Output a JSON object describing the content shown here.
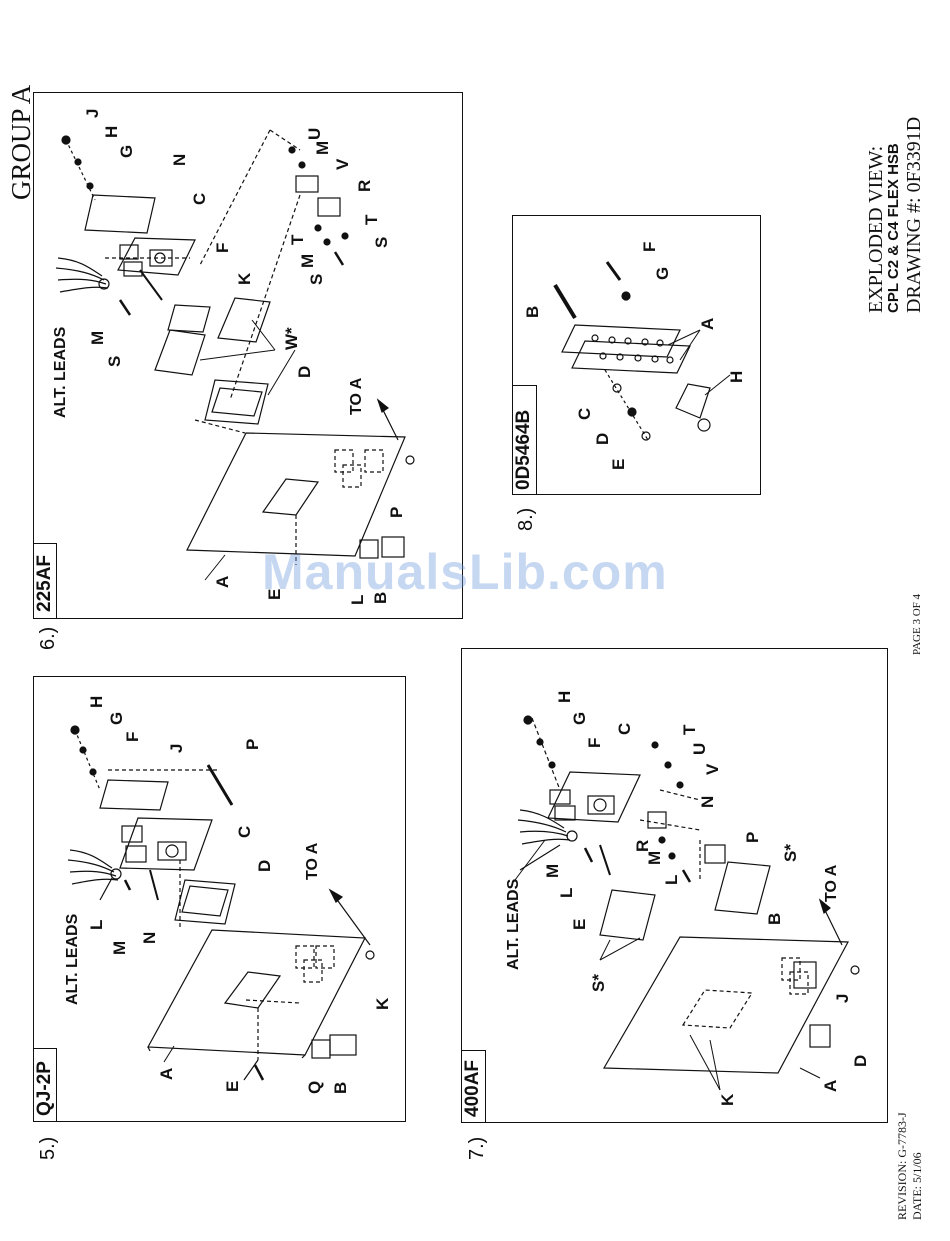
{
  "header": {
    "group": "GROUP A"
  },
  "title_block": {
    "line1": "EXPLODED VIEW:",
    "line2": "CPL C2 & C4 FLEX HSB",
    "line3": "DRAWING #: 0F3391D"
  },
  "page": "PAGE 3 OF 4",
  "revision": {
    "rev": "REVISION: G-7783-J",
    "date": "DATE: 5/1/06"
  },
  "watermark": "ManualsLib.com",
  "panels": [
    {
      "number": "5.)",
      "tag": "QJ-2P",
      "callouts": [
        "A",
        "B",
        "C",
        "D",
        "E",
        "F",
        "G",
        "H",
        "J",
        "K",
        "L",
        "M",
        "N",
        "P",
        "Q"
      ],
      "notes": [
        "ALT. LEADS",
        "TO A"
      ]
    },
    {
      "number": "6.)",
      "tag": "225AF",
      "callouts": [
        "A",
        "B",
        "C",
        "D",
        "E",
        "F",
        "G",
        "H",
        "J",
        "K",
        "L",
        "M",
        "N",
        "P",
        "R",
        "S",
        "T",
        "U",
        "V",
        "W*"
      ],
      "notes": [
        "ALT. LEADS",
        "TO A"
      ]
    },
    {
      "number": "7.)",
      "tag": "400AF",
      "callouts": [
        "A",
        "B",
        "C",
        "D",
        "E",
        "F",
        "G",
        "H",
        "J",
        "K",
        "L",
        "M",
        "N",
        "P",
        "R",
        "S*",
        "T",
        "U",
        "V"
      ],
      "notes": [
        "ALT. LEADS",
        "TO A"
      ]
    },
    {
      "number": "8.)",
      "tag": "0D5464B",
      "callouts": [
        "A",
        "B",
        "C",
        "D",
        "E",
        "F",
        "G",
        "H"
      ],
      "notes": []
    }
  ]
}
